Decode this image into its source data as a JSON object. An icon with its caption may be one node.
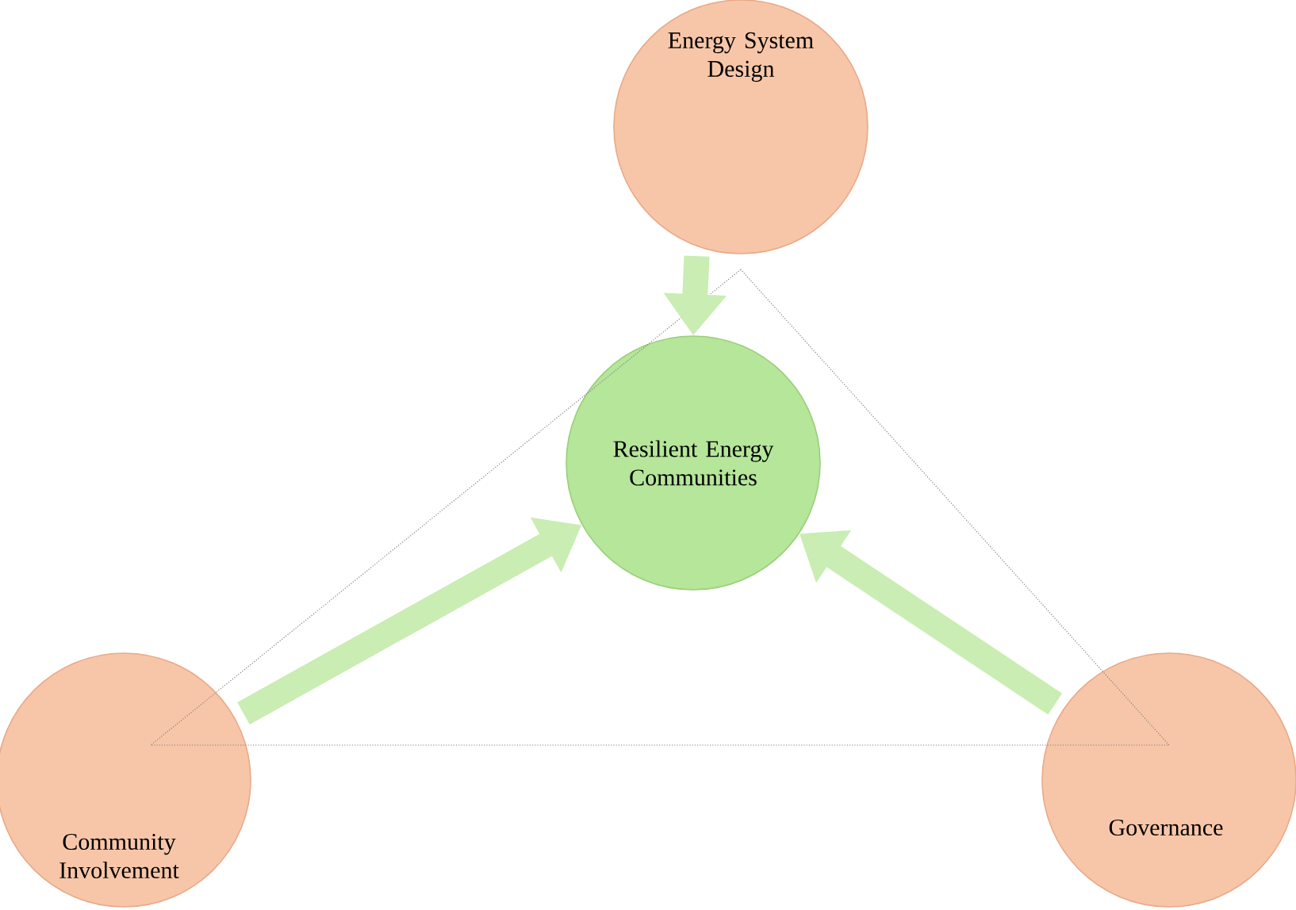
{
  "diagram": {
    "nodes": [
      {
        "text": [
          "Energy System Design"
        ]
      },
      {
        "text": [
          "Resilient Energy Communities"
        ]
      },
      {
        "text": [
          "Community Involvement"
        ]
      },
      {
        "text": [
          "Governance"
        ]
      }
    ],
    "edges": [
      {
        "from": 0,
        "to": 1,
        "arrow": "to"
      },
      {
        "from": 2,
        "to": 1,
        "arrow": "to"
      },
      {
        "from": 3,
        "to": 1,
        "arrow": "to"
      }
    ]
  }
}
